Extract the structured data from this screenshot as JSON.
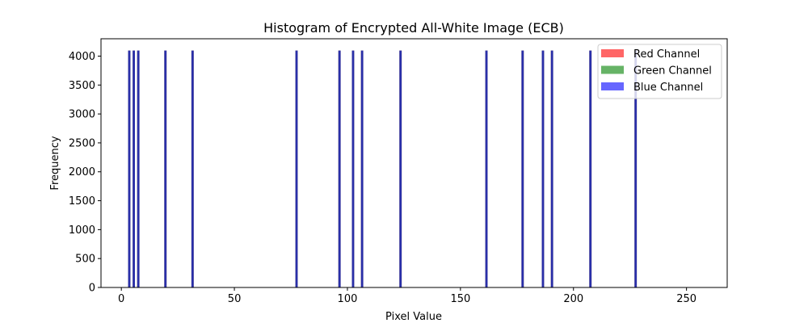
{
  "chart_data": {
    "type": "bar",
    "title": "Histogram of Encrypted All-White Image (ECB)",
    "xlabel": "Pixel Value",
    "ylabel": "Frequency",
    "xlim": [
      -9,
      268
    ],
    "ylim": [
      0,
      4300
    ],
    "xticks": [
      0,
      50,
      100,
      150,
      200,
      250
    ],
    "yticks": [
      0,
      500,
      1000,
      1500,
      2000,
      2500,
      3000,
      3500,
      4000
    ],
    "grid": false,
    "legend_position": "top-right",
    "bin_width": 1,
    "series": [
      {
        "name": "Red Channel",
        "color": "#ff0000",
        "alpha": 0.6,
        "x": [
          3,
          5,
          7,
          19,
          31,
          77,
          96,
          102,
          106,
          123,
          161,
          177,
          186,
          190,
          207,
          227
        ],
        "values": [
          4096,
          4096,
          4096,
          4096,
          4096,
          4096,
          4096,
          4096,
          4096,
          4096,
          4096,
          4096,
          4096,
          4096,
          4096,
          4096
        ]
      },
      {
        "name": "Green Channel",
        "color": "#008000",
        "alpha": 0.6,
        "x": [
          3,
          5,
          7,
          19,
          31,
          77,
          96,
          102,
          106,
          123,
          161,
          177,
          186,
          190,
          207,
          227
        ],
        "values": [
          4096,
          4096,
          4096,
          4096,
          4096,
          4096,
          4096,
          4096,
          4096,
          4096,
          4096,
          4096,
          4096,
          4096,
          4096,
          4096
        ]
      },
      {
        "name": "Blue Channel",
        "color": "#0000ff",
        "alpha": 0.6,
        "x": [
          3,
          5,
          7,
          19,
          31,
          77,
          96,
          102,
          106,
          123,
          161,
          177,
          186,
          190,
          207,
          227
        ],
        "values": [
          4096,
          4096,
          4096,
          4096,
          4096,
          4096,
          4096,
          4096,
          4096,
          4096,
          4096,
          4096,
          4096,
          4096,
          4096,
          4096
        ]
      }
    ]
  }
}
